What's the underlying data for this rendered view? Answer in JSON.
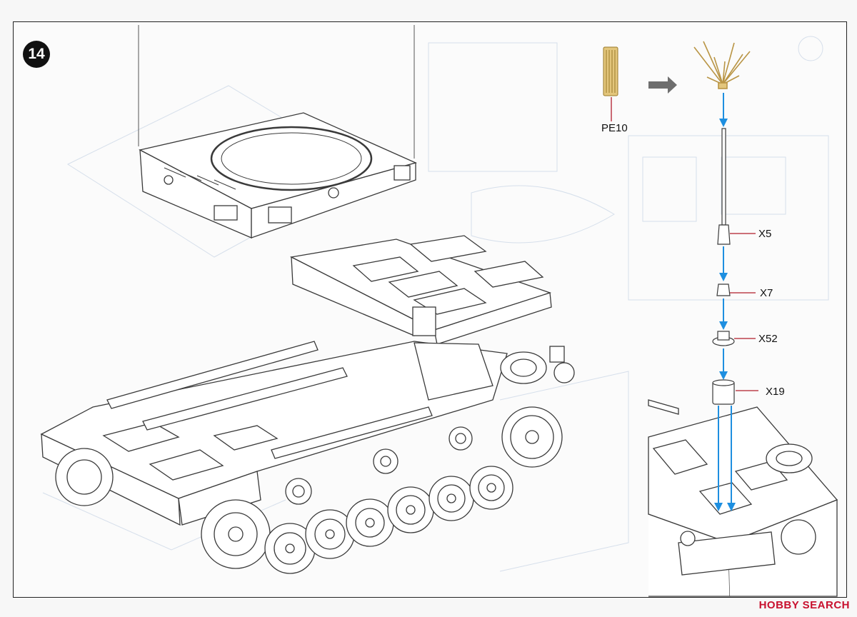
{
  "step": {
    "number": "14"
  },
  "parts": {
    "pe10": "PE10",
    "x5": "X5",
    "x7": "X7",
    "x52": "X52",
    "x19": "X19"
  },
  "watermark": "HOBBY SEARCH",
  "colors": {
    "arrow_blue": "#1e8fe0",
    "leader_red": "#b11d2b",
    "gray_arrow": "#6e6e6e",
    "photo_etch": "#d9b86a",
    "line": "#3a3a3a",
    "ghost": "#c9d6e6"
  }
}
